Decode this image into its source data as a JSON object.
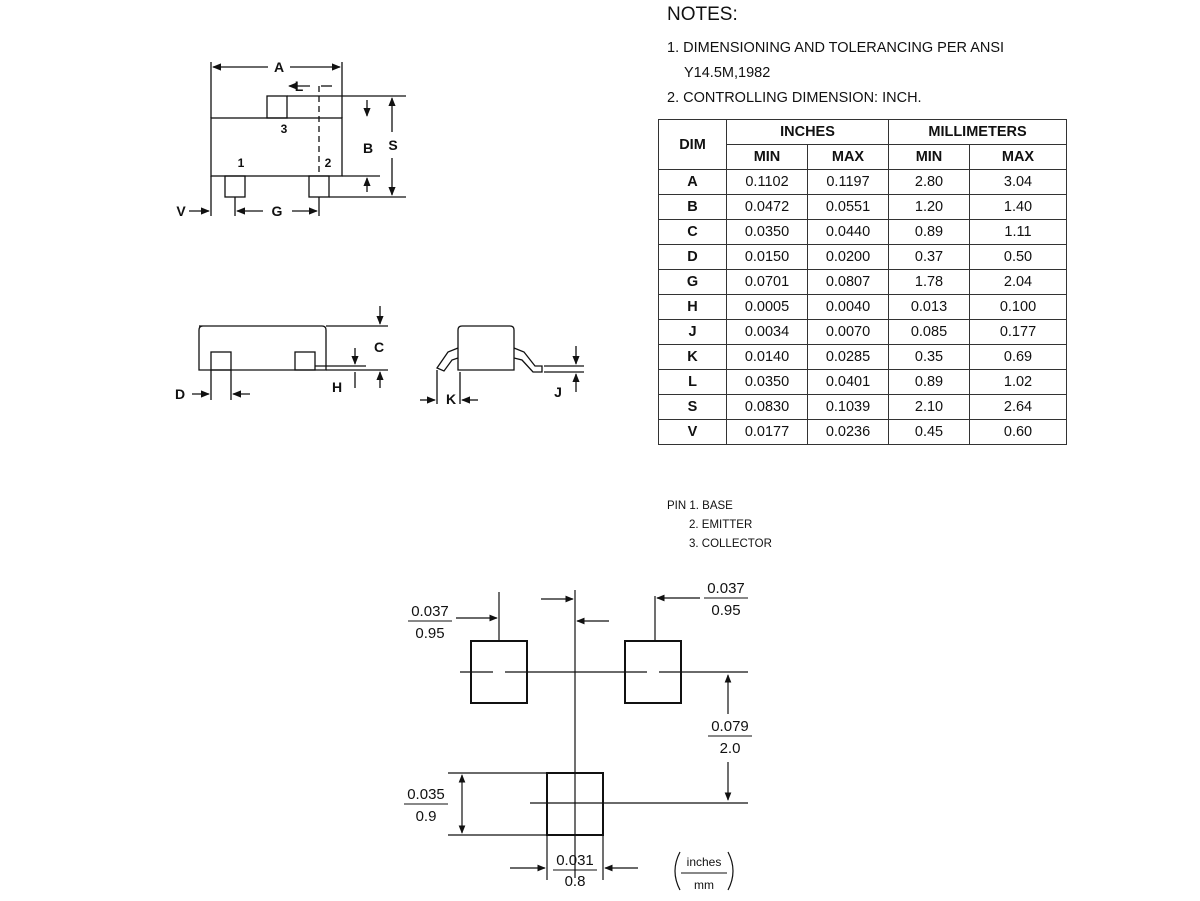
{
  "notes": {
    "title": "NOTES:",
    "note1_line1": "1. DIMENSIONING AND TOLERANCING PER ANSI",
    "note1_line2": "Y14.5M,1982",
    "note2": "2. CONTROLLING DIMENSION: INCH."
  },
  "table": {
    "col_dim": "DIM",
    "col_inches": "INCHES",
    "col_mm": "MILLIMETERS",
    "sub_min": "MIN",
    "sub_max": "MAX",
    "rows": [
      {
        "dim": "A",
        "in_min": "0.1102",
        "in_max": "0.1197",
        "mm_min": "2.80",
        "mm_max": "3.04"
      },
      {
        "dim": "B",
        "in_min": "0.0472",
        "in_max": "0.0551",
        "mm_min": "1.20",
        "mm_max": "1.40"
      },
      {
        "dim": "C",
        "in_min": "0.0350",
        "in_max": "0.0440",
        "mm_min": "0.89",
        "mm_max": "1.11"
      },
      {
        "dim": "D",
        "in_min": "0.0150",
        "in_max": "0.0200",
        "mm_min": "0.37",
        "mm_max": "0.50"
      },
      {
        "dim": "G",
        "in_min": "0.0701",
        "in_max": "0.0807",
        "mm_min": "1.78",
        "mm_max": "2.04"
      },
      {
        "dim": "H",
        "in_min": "0.0005",
        "in_max": "0.0040",
        "mm_min": "0.013",
        "mm_max": "0.100"
      },
      {
        "dim": "J",
        "in_min": "0.0034",
        "in_max": "0.0070",
        "mm_min": "0.085",
        "mm_max": "0.177"
      },
      {
        "dim": "K",
        "in_min": "0.0140",
        "in_max": "0.0285",
        "mm_min": "0.35",
        "mm_max": "0.69"
      },
      {
        "dim": "L",
        "in_min": "0.0350",
        "in_max": "0.0401",
        "mm_min": "0.89",
        "mm_max": "1.02"
      },
      {
        "dim": "S",
        "in_min": "0.0830",
        "in_max": "0.1039",
        "mm_min": "2.10",
        "mm_max": "2.64"
      },
      {
        "dim": "V",
        "in_min": "0.0177",
        "in_max": "0.0236",
        "mm_min": "0.45",
        "mm_max": "0.60"
      }
    ]
  },
  "pins": {
    "pin1": "PIN 1. BASE",
    "pin2": "2. EMITTER",
    "pin3": "3. COLLECTOR"
  },
  "top_view": {
    "label_a": "A",
    "label_l": "L",
    "label_b": "B",
    "label_s": "S",
    "label_v": "V",
    "label_g": "G",
    "pin_1": "1",
    "pin_2": "2",
    "pin_3": "3"
  },
  "side_view": {
    "label_d": "D",
    "label_h": "H",
    "label_c": "C",
    "label_k": "K",
    "label_j": "J"
  },
  "footprint": {
    "pad_w_in": "0.037",
    "pad_w_mm": "0.95",
    "pad_w2_in": "0.037",
    "pad_w2_mm": "0.95",
    "pitch_in": "0.079",
    "pitch_mm": "2.0",
    "pad_h_in": "0.035",
    "pad_h_mm": "0.9",
    "pad_b_in": "0.031",
    "pad_b_mm": "0.8",
    "units_top": "inches",
    "units_bottom": "mm"
  }
}
